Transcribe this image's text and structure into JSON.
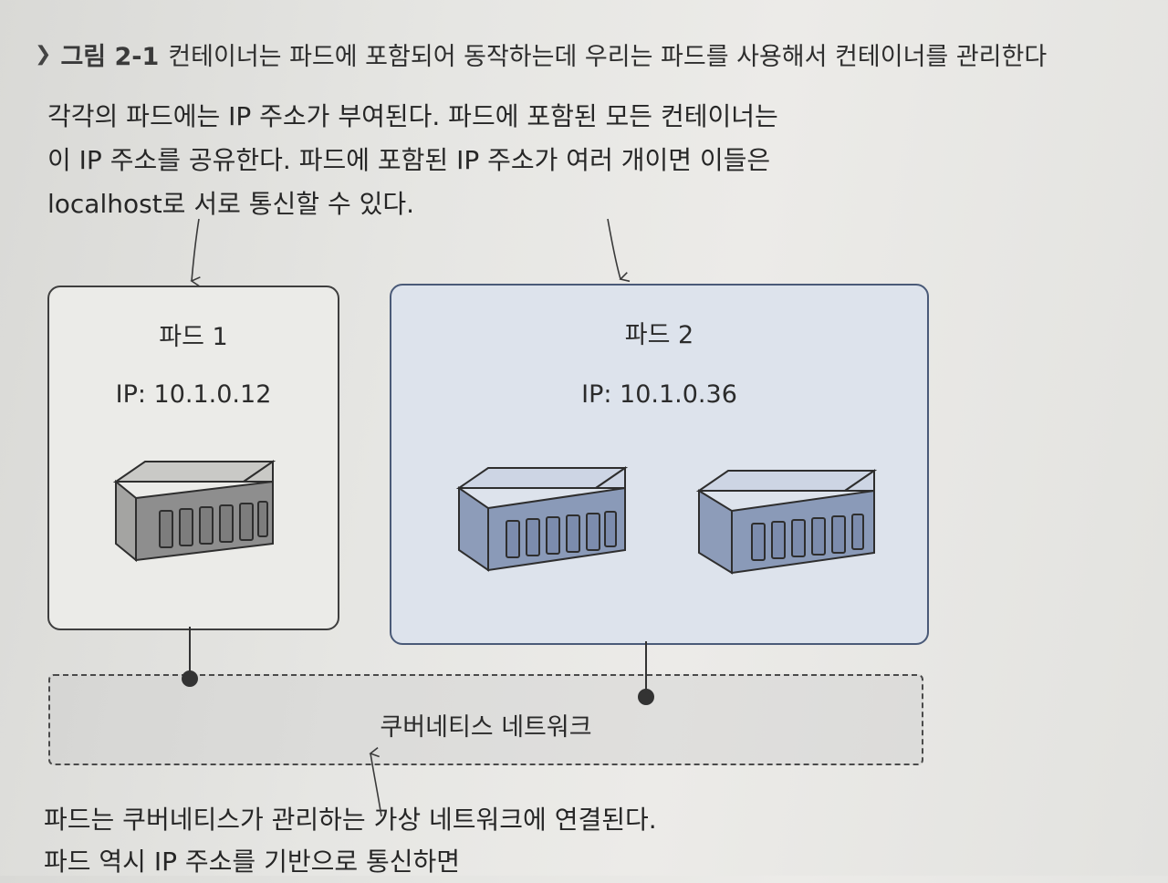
{
  "figure": {
    "chevron_icon": "chevron-down-icon",
    "number": "그림 2-1",
    "caption": "컨테이너는 파드에 포함되어 동작하는데 우리는 파드를 사용해서 컨테이너를 관리한다"
  },
  "note_top": {
    "lines": [
      "각각의 파드에는 IP 주소가 부여된다. 파드에 포함된 모든 컨테이너는",
      "이 IP 주소를 공유한다. 파드에 포함된 IP 주소가 여러 개이면 이들은",
      "localhost로 서로 통신할 수 있다."
    ]
  },
  "pods": [
    {
      "title": "파드 1",
      "ip": "IP: 10.1.0.12",
      "containers": 1,
      "container_color": "#8e8e8e"
    },
    {
      "title": "파드 2",
      "ip": "IP: 10.1.0.36",
      "containers": 2,
      "container_color": "#8a9ab8"
    }
  ],
  "network": {
    "label": "쿠버네티스 네트워크"
  },
  "note_bottom": {
    "lines": [
      "파드는 쿠버네티스가 관리하는 가상 네트워크에 연결된다.",
      "파드 역시 IP 주소를 기반으로 통신하면"
    ]
  },
  "colors": {
    "pod1_fill": "#ebebe8",
    "pod2_fill": "#dde3ec",
    "pod2_border": "#4a5a78",
    "network_fill": "#c8c8c8"
  }
}
